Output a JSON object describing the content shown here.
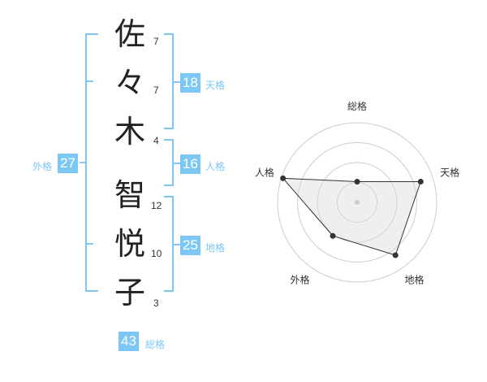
{
  "name": {
    "chars": [
      {
        "char": "佐",
        "strokes": "7"
      },
      {
        "char": "々",
        "strokes": "7"
      },
      {
        "char": "木",
        "strokes": "4"
      },
      {
        "char": "智",
        "strokes": "12"
      },
      {
        "char": "悦",
        "strokes": "10"
      },
      {
        "char": "子",
        "strokes": "3"
      }
    ]
  },
  "kaku": {
    "ten": {
      "value": "18",
      "label": "天格"
    },
    "jin": {
      "value": "16",
      "label": "人格"
    },
    "chi": {
      "value": "25",
      "label": "地格"
    },
    "gai": {
      "value": "27",
      "label": "外格"
    },
    "sou": {
      "value": "43",
      "label": "総格"
    }
  },
  "colors": {
    "accent": "#7cc7f4",
    "text": "#222222",
    "grid": "#cccccc",
    "fill": "#eeeeee"
  },
  "chart_data": {
    "type": "radar",
    "axes": [
      "総格",
      "天格",
      "地格",
      "外格",
      "人格"
    ],
    "values": [
      0.26,
      0.84,
      0.82,
      0.52,
      0.98
    ],
    "range": [
      0,
      1
    ],
    "rings": 4
  }
}
